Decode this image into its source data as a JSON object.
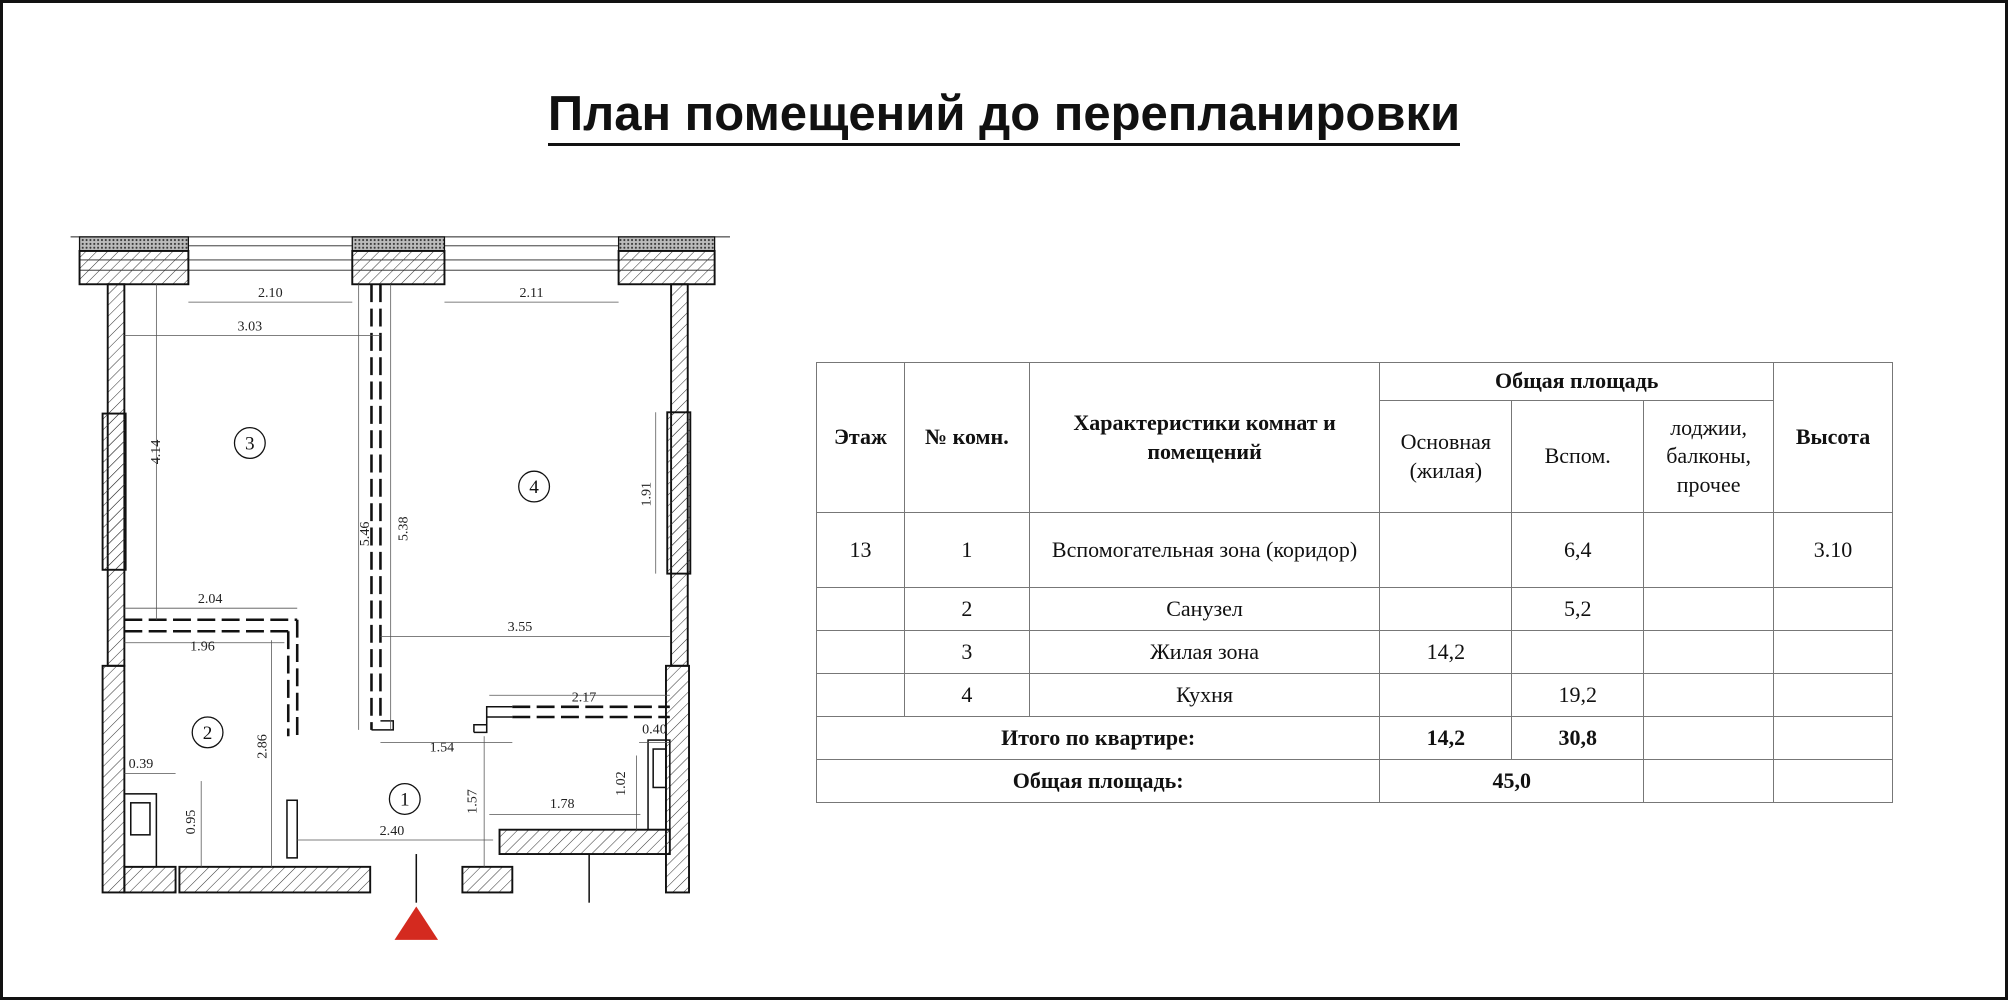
{
  "title": "План помещений до перепланировки",
  "plan": {
    "rooms": [
      "1",
      "2",
      "3",
      "4"
    ],
    "dimensions": {
      "d210": "2.10",
      "d211": "2.11",
      "d303": "3.03",
      "d414": "4.14",
      "d546": "5.46",
      "d538": "5.38",
      "d191": "1.91",
      "d204": "2.04",
      "d196": "1.96",
      "d355": "3.55",
      "d286": "2.86",
      "d217": "2.17",
      "d040": "0.40",
      "d154": "1.54",
      "d039": "0.39",
      "d095": "0.95",
      "d157": "1.57",
      "d102": "1.02",
      "d178": "1.78",
      "d240": "2.40"
    },
    "entrance_color": "#d42a1f"
  },
  "table": {
    "headers": {
      "floor": "Этаж",
      "room_no": "№ комн.",
      "description": "Характеристики комнат и помещений",
      "total_area": "Общая площадь",
      "main": "Основная (жилая)",
      "aux": "Вспом.",
      "loggia": "лоджии, балконы, прочее",
      "height": "Высота"
    },
    "rows": [
      {
        "floor": "13",
        "no": "1",
        "name": "Вспомогательная зона (коридор)",
        "main": "",
        "aux": "6,4",
        "loggia": "",
        "height": "3.10"
      },
      {
        "floor": "",
        "no": "2",
        "name": "Санузел",
        "main": "",
        "aux": "5,2",
        "loggia": "",
        "height": ""
      },
      {
        "floor": "",
        "no": "3",
        "name": "Жилая зона",
        "main": "14,2",
        "aux": "",
        "loggia": "",
        "height": ""
      },
      {
        "floor": "",
        "no": "4",
        "name": "Кухня",
        "main": "",
        "aux": "19,2",
        "loggia": "",
        "height": ""
      }
    ],
    "total_label": "Итого по квартире:",
    "total_main": "14,2",
    "total_aux": "30,8",
    "area_label": "Общая площадь:",
    "area_value": "45,0"
  }
}
